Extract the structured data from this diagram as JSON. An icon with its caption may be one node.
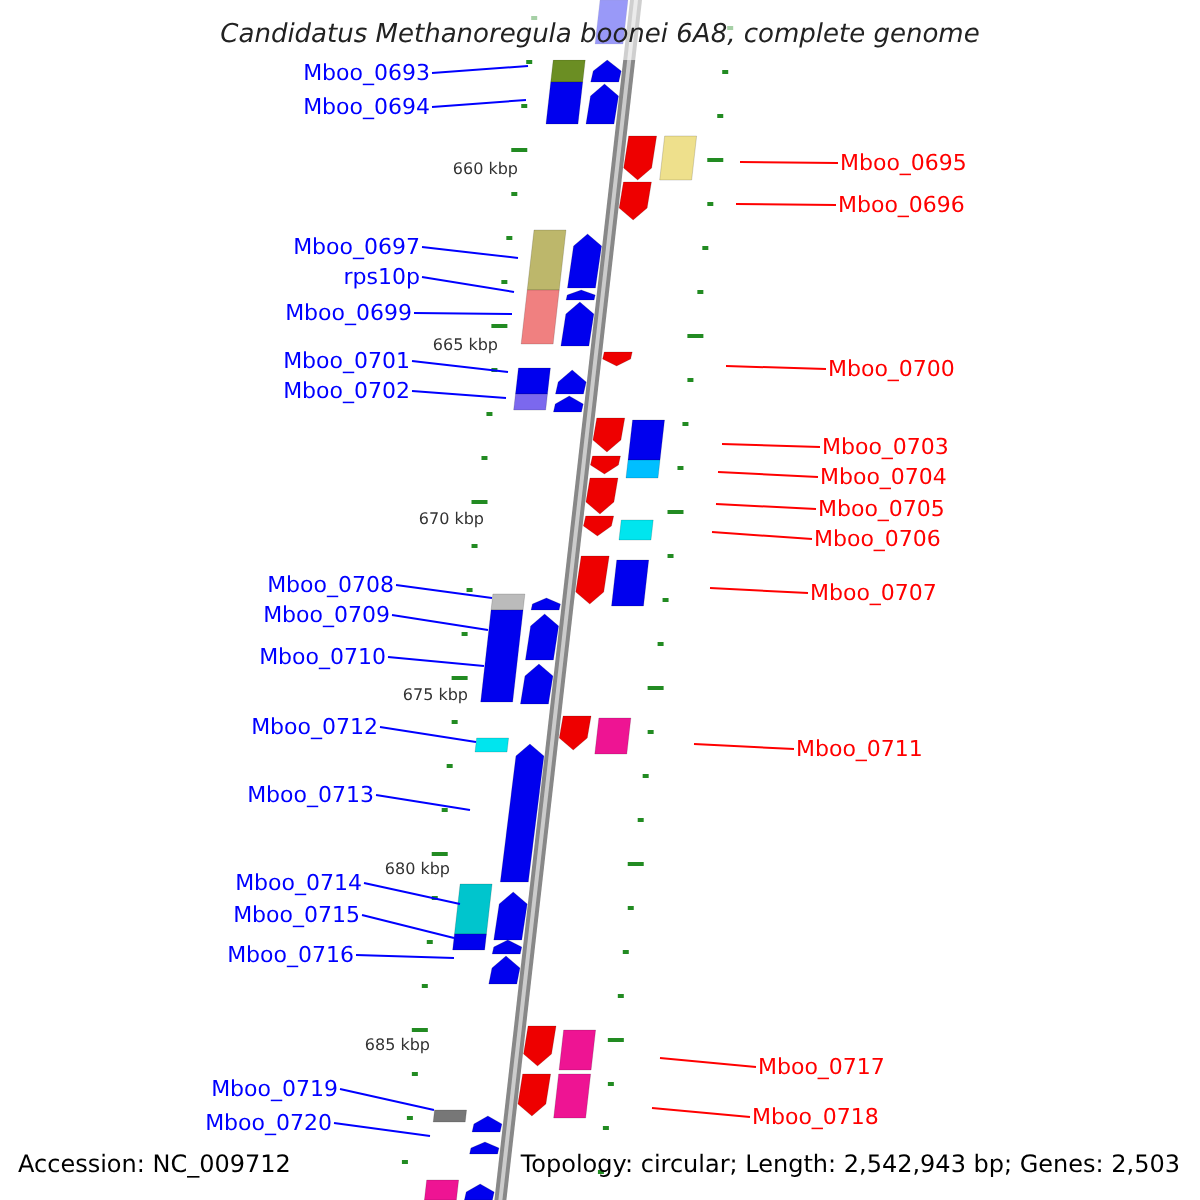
{
  "diagram": {
    "title": "Candidatus Methanoregula boonei 6A8, complete genome",
    "nodes": [
      {
        "text": [
          "Mboo_0693"
        ]
      },
      {
        "text": [
          "Mboo_0694"
        ]
      },
      {
        "text": [
          "Mboo_0695"
        ]
      },
      {
        "text": [
          "Mboo_0696"
        ]
      },
      {
        "text": [
          "Mboo_0697"
        ]
      },
      {
        "text": [
          "rps10p"
        ]
      },
      {
        "text": [
          "Mboo_0699"
        ]
      },
      {
        "text": [
          "Mboo_0700"
        ]
      },
      {
        "text": [
          "Mboo_0701"
        ]
      },
      {
        "text": [
          "Mboo_0702"
        ]
      },
      {
        "text": [
          "Mboo_0703"
        ]
      },
      {
        "text": [
          "Mboo_0704"
        ]
      },
      {
        "text": [
          "Mboo_0705"
        ]
      },
      {
        "text": [
          "Mboo_0706"
        ]
      },
      {
        "text": [
          "Mboo_0707"
        ]
      },
      {
        "text": [
          "Mboo_0708"
        ]
      },
      {
        "text": [
          "Mboo_0709"
        ]
      },
      {
        "text": [
          "Mboo_0710"
        ]
      },
      {
        "text": [
          "Mboo_0711"
        ]
      },
      {
        "text": [
          "Mboo_0712"
        ]
      },
      {
        "text": [
          "Mboo_0713"
        ]
      },
      {
        "text": [
          "Mboo_0714"
        ]
      },
      {
        "text": [
          "Mboo_0715"
        ]
      },
      {
        "text": [
          "Mboo_0716"
        ]
      },
      {
        "text": [
          "Mboo_0717"
        ]
      },
      {
        "text": [
          "Mboo_0718"
        ]
      },
      {
        "text": [
          "Mboo_0719"
        ]
      },
      {
        "text": [
          "Mboo_0720"
        ]
      }
    ],
    "edges": [
      {
        "from": 0,
        "to": null,
        "arrow": "none"
      },
      {
        "from": 1,
        "to": null,
        "arrow": "none"
      },
      {
        "from": 2,
        "to": null,
        "arrow": "none",
        "color": "#ff0000"
      },
      {
        "from": 3,
        "to": null,
        "arrow": "none",
        "color": "#ff0000"
      },
      {
        "from": 4,
        "to": null,
        "arrow": "none"
      },
      {
        "from": 5,
        "to": null,
        "arrow": "none"
      },
      {
        "from": 6,
        "to": null,
        "arrow": "none"
      },
      {
        "from": 7,
        "to": null,
        "arrow": "none",
        "color": "#ff0000"
      },
      {
        "from": 8,
        "to": null,
        "arrow": "none"
      },
      {
        "from": 9,
        "to": null,
        "arrow": "none"
      },
      {
        "from": 10,
        "to": null,
        "arrow": "none",
        "color": "#ff0000"
      },
      {
        "from": 11,
        "to": null,
        "arrow": "none",
        "color": "#ff0000"
      },
      {
        "from": 12,
        "to": null,
        "arrow": "none",
        "color": "#ff0000"
      },
      {
        "from": 13,
        "to": null,
        "arrow": "none",
        "color": "#ff0000"
      },
      {
        "from": 14,
        "to": null,
        "arrow": "none",
        "color": "#ff0000"
      },
      {
        "from": 15,
        "to": null,
        "arrow": "none"
      },
      {
        "from": 16,
        "to": null,
        "arrow": "none"
      },
      {
        "from": 17,
        "to": null,
        "arrow": "none"
      },
      {
        "from": 18,
        "to": null,
        "arrow": "none",
        "color": "#ff0000"
      },
      {
        "from": 19,
        "to": null,
        "arrow": "none"
      },
      {
        "from": 20,
        "to": null,
        "arrow": "none"
      },
      {
        "from": 21,
        "to": null,
        "arrow": "none"
      },
      {
        "from": 22,
        "to": null,
        "arrow": "none"
      },
      {
        "from": 23,
        "to": null,
        "arrow": "none"
      },
      {
        "from": 24,
        "to": null,
        "arrow": "none",
        "color": "#ff0000"
      },
      {
        "from": 25,
        "to": null,
        "arrow": "none",
        "color": "#ff0000"
      },
      {
        "from": 26,
        "to": null,
        "arrow": "none"
      },
      {
        "from": 27,
        "to": null,
        "arrow": "none"
      }
    ],
    "labels": [
      "660 kbp",
      "665 kbp",
      "670 kbp",
      "675 kbp",
      "680 kbp",
      "685 kbp",
      "Accession: NC_009712",
      "Topology: circular; Length: 2,542,943 bp; Genes: 2,503"
    ]
  }
}
